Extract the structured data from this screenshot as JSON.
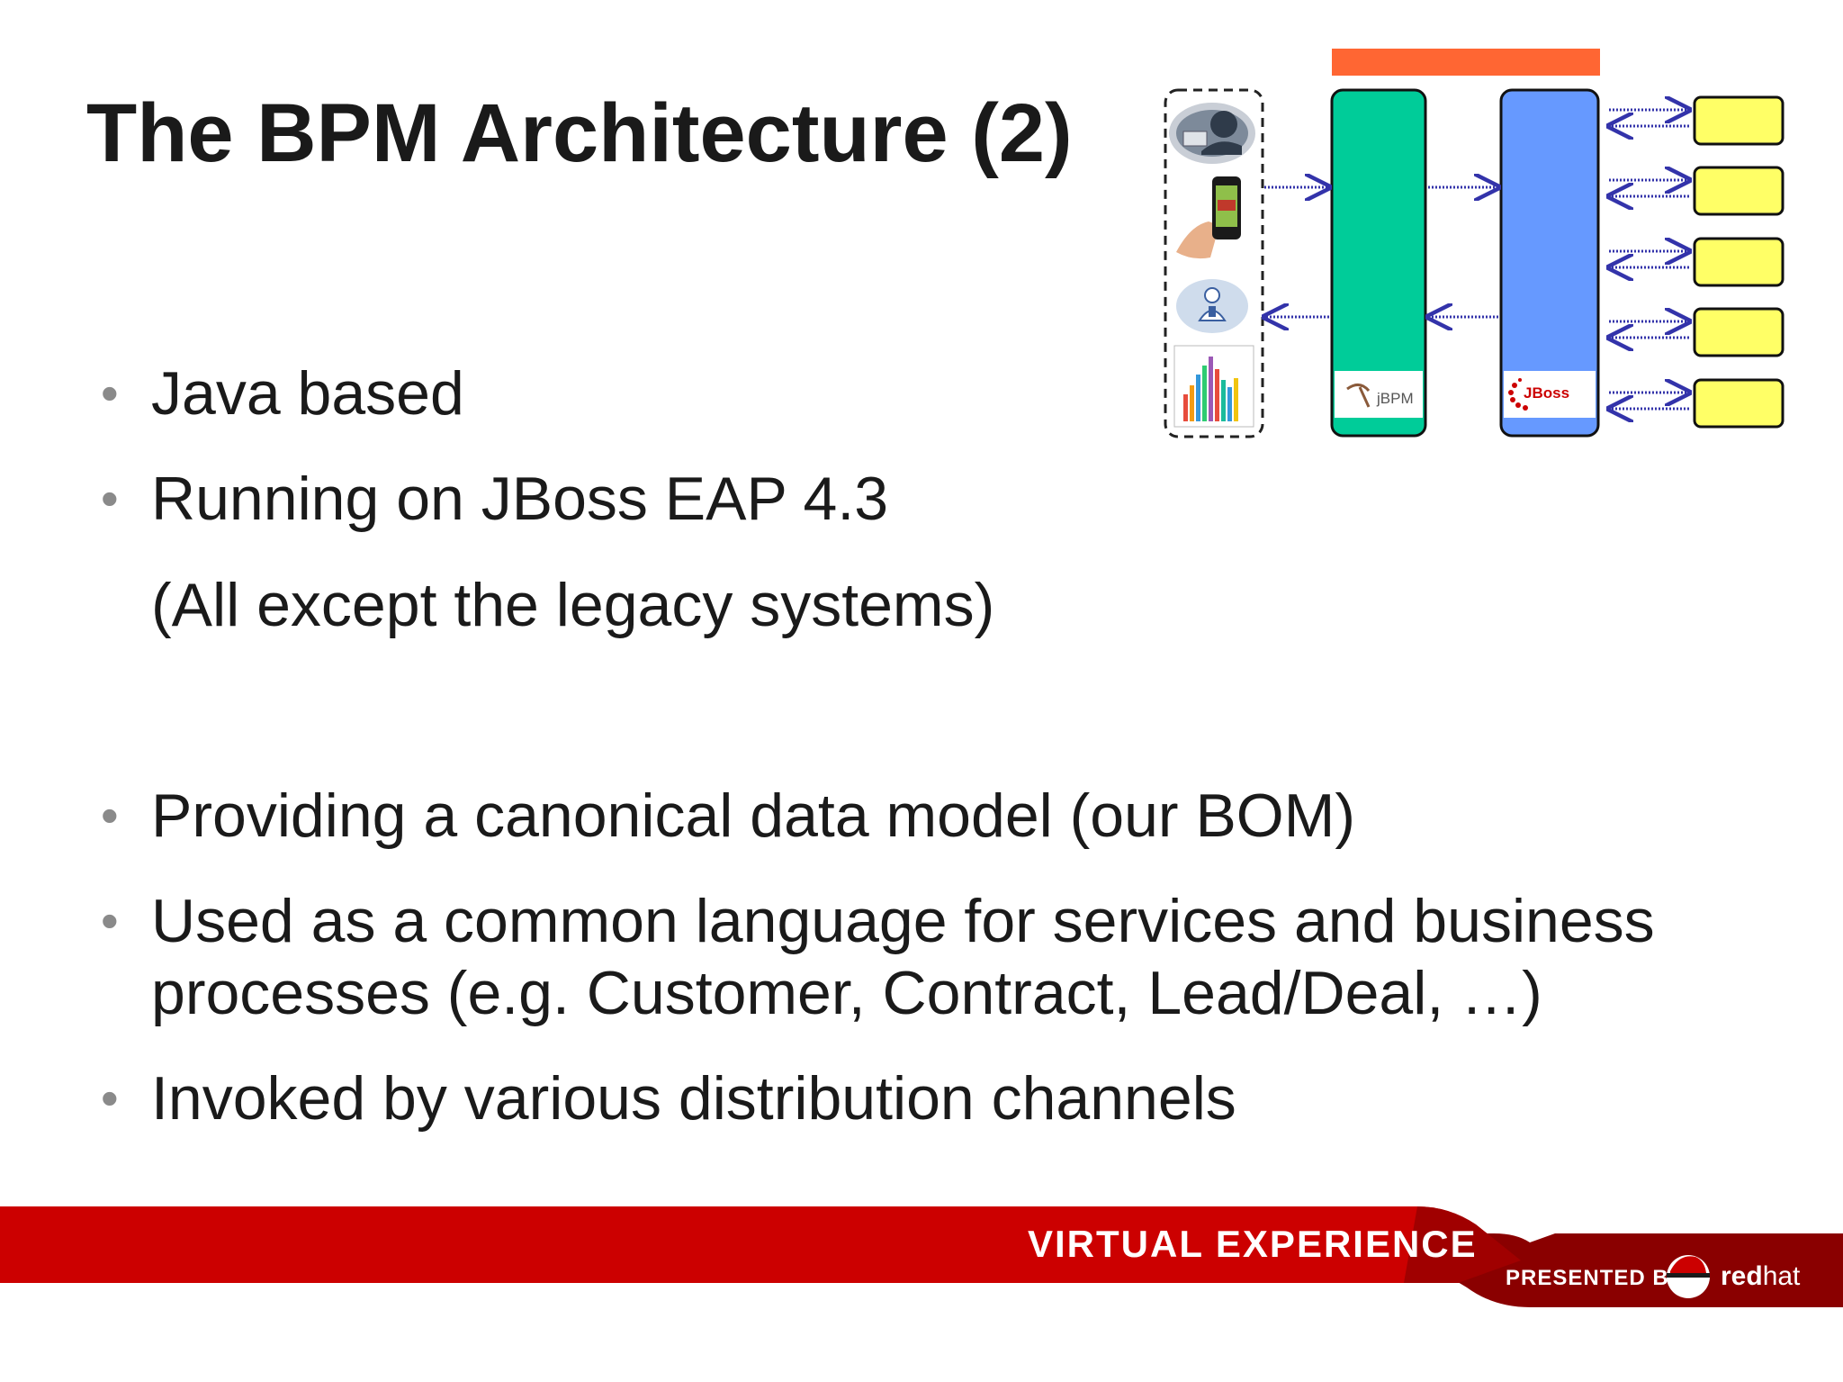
{
  "slide": {
    "title": "The BPM Architecture (2)",
    "bullets": [
      {
        "text": "Java based"
      },
      {
        "text": "Running on JBoss EAP 4.3"
      },
      {
        "text": "(All except the legacy systems)",
        "continuation": true
      },
      {
        "text": "Providing a canonical data model (our BOM)"
      },
      {
        "text": "Used as a common language for services and business"
      },
      {
        "text": "processes (e.g. Customer, Contract, Lead/Deal, …)",
        "continuation": true
      },
      {
        "text": "Invoked by various distribution channels"
      }
    ]
  },
  "diagram": {
    "jbpm_label": "jBPM",
    "jboss_label": "JBoss",
    "colors": {
      "orange_bar": "#ff6633",
      "jbpm_column": "#00cc99",
      "jboss_column": "#6699ff",
      "legacy_box": "#ffff66",
      "arrow": "#3333aa"
    },
    "channel_icons": [
      "call-center-icon",
      "mobile-phone-icon",
      "user-person-icon",
      "bar-chart-report-icon"
    ],
    "legacy_box_count": 5
  },
  "footer": {
    "event": "VIRTUAL EXPERIENCE",
    "presented_by": "PRESENTED BY",
    "brand_red": "red",
    "brand_hat": "hat",
    "colors": {
      "band": "#cc0000",
      "dark": "#8a0000"
    }
  }
}
